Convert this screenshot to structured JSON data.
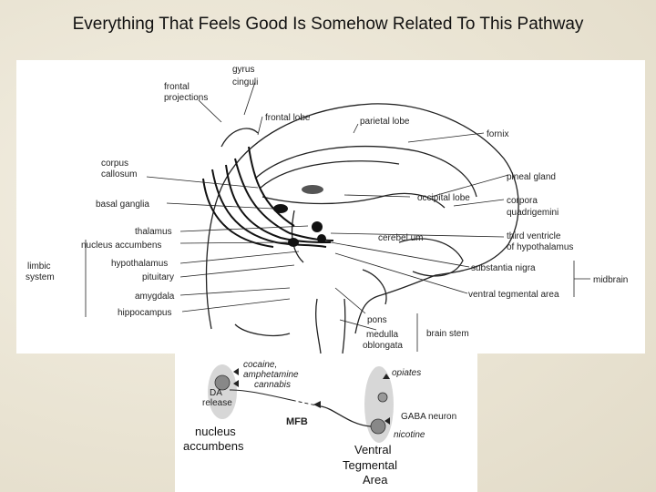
{
  "title": "Everything That Feels Good Is Somehow Related To This Pathway",
  "brain_labels": {
    "gyrus_cinguli": [
      "gyrus",
      "cinguli"
    ],
    "frontal_projections": [
      "frontal",
      "projections"
    ],
    "frontal_lobe": "frontal lobe",
    "parietal_lobe": "parietal lobe",
    "fornix": "fornix",
    "corpus_callosum": [
      "corpus",
      "callosum"
    ],
    "pineal_gland": "pineal gland",
    "basal_ganglia": "basal ganglia",
    "occipital_lobe": "occipital lobe",
    "corpora_quadrigemini": [
      "corpora",
      "quadrigemini"
    ],
    "thalamus": "thalamus",
    "nucleus_accumbens": "nucleus accumbens",
    "cerebellum": "cerebel um",
    "third_ventricle": [
      "third ventricle",
      "of hypothalamus"
    ],
    "limbic_system": [
      "limbic",
      "system"
    ],
    "hypothalamus": "hypothalamus",
    "substantia_nigra": "substantia nigra",
    "pituitary": "pituitary",
    "midbrain": "midbrain",
    "amygdala": "amygdala",
    "ventral_tegmental_area": "ventral tegmental area",
    "hippocampus": "hippocampus",
    "pons": "pons",
    "medulla_oblongata": [
      "medulla",
      "oblongata"
    ],
    "brain_stem": "brain stem"
  },
  "pathway_labels": {
    "cocaine": [
      "cocaine,",
      "amphetamine",
      "cannabis"
    ],
    "da_release": [
      "DA",
      "release"
    ],
    "opiates": "opiates",
    "gaba_neuron": "GABA neuron",
    "nicotine": "nicotine",
    "mfb": "MFB",
    "nucleus_accumbens": [
      "nucleus",
      "accumbens"
    ],
    "ventral_tegmental_area": [
      "Ventral",
      "Tegmental",
      "Area"
    ]
  }
}
